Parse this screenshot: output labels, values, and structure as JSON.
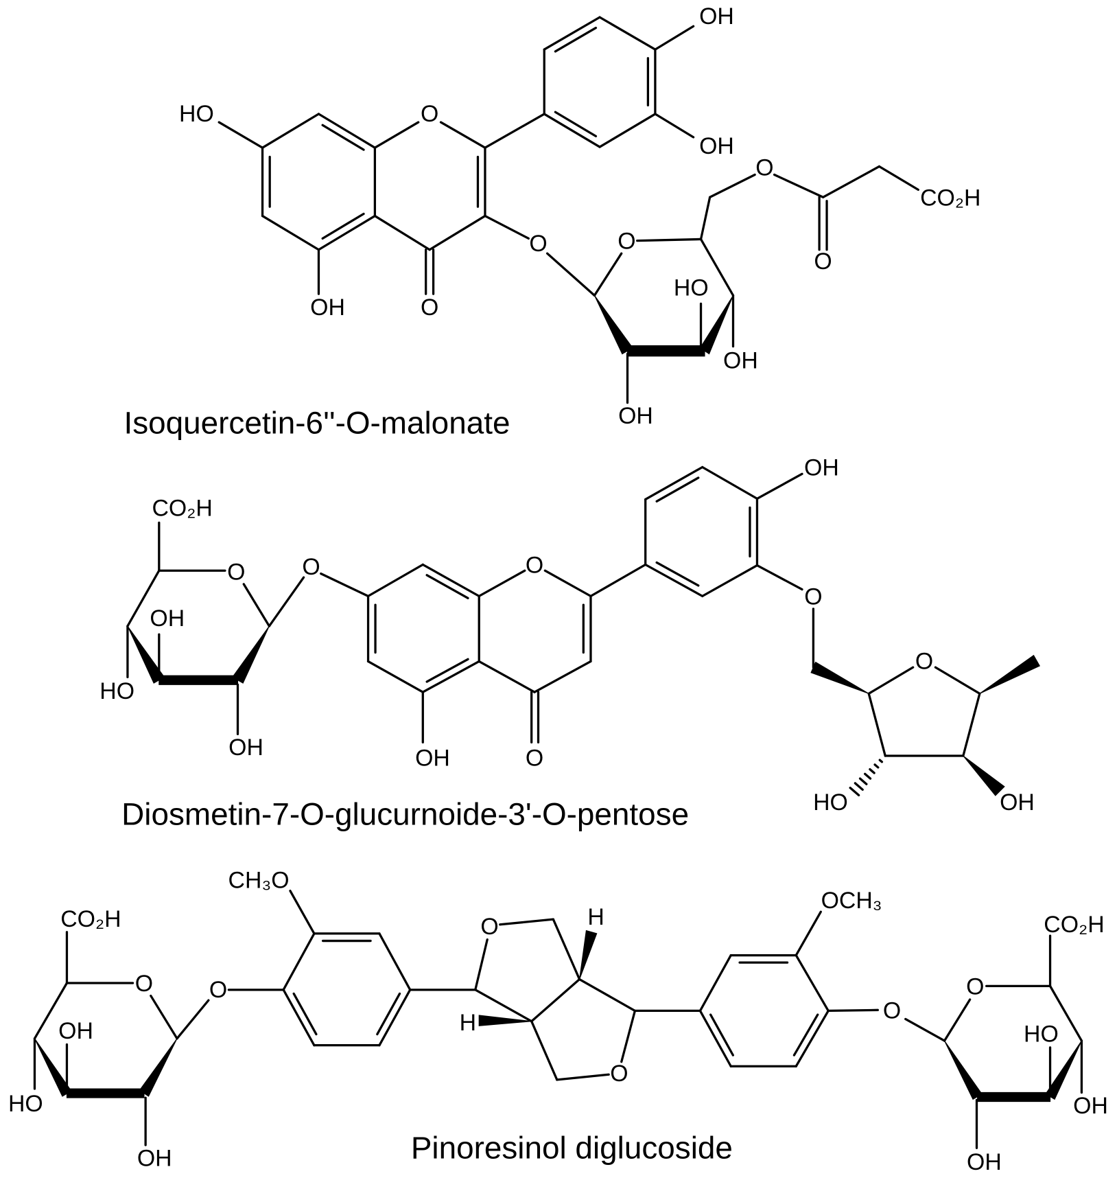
{
  "molecules": [
    {
      "name": "Isoquercetin-6''-O-malonate",
      "labels": [
        "HO",
        "O",
        "O",
        "OH",
        "OH",
        "OH",
        "O",
        "O",
        "HO",
        "OH",
        "OH",
        "O",
        "O",
        "CO₂H"
      ]
    },
    {
      "name": "Diosmetin-7-O-glucurnoide-3'-O-pentose",
      "labels": [
        "CO₂H",
        "O",
        "OH",
        "HO",
        "OH",
        "O",
        "O",
        "O",
        "OH",
        "OH",
        "O",
        "O",
        "HO",
        "OH"
      ]
    },
    {
      "name": "Pinoresinol diglucoside",
      "labels": [
        "CO₂H",
        "O",
        "OH",
        "HO",
        "OH",
        "O",
        "CH₃O",
        "O",
        "H",
        "H",
        "O",
        "OCH₃",
        "O",
        "O",
        "CO₂H",
        "HO",
        "OH",
        "OH"
      ]
    }
  ],
  "colors": {
    "ink": "#000000",
    "background": "#ffffff"
  }
}
